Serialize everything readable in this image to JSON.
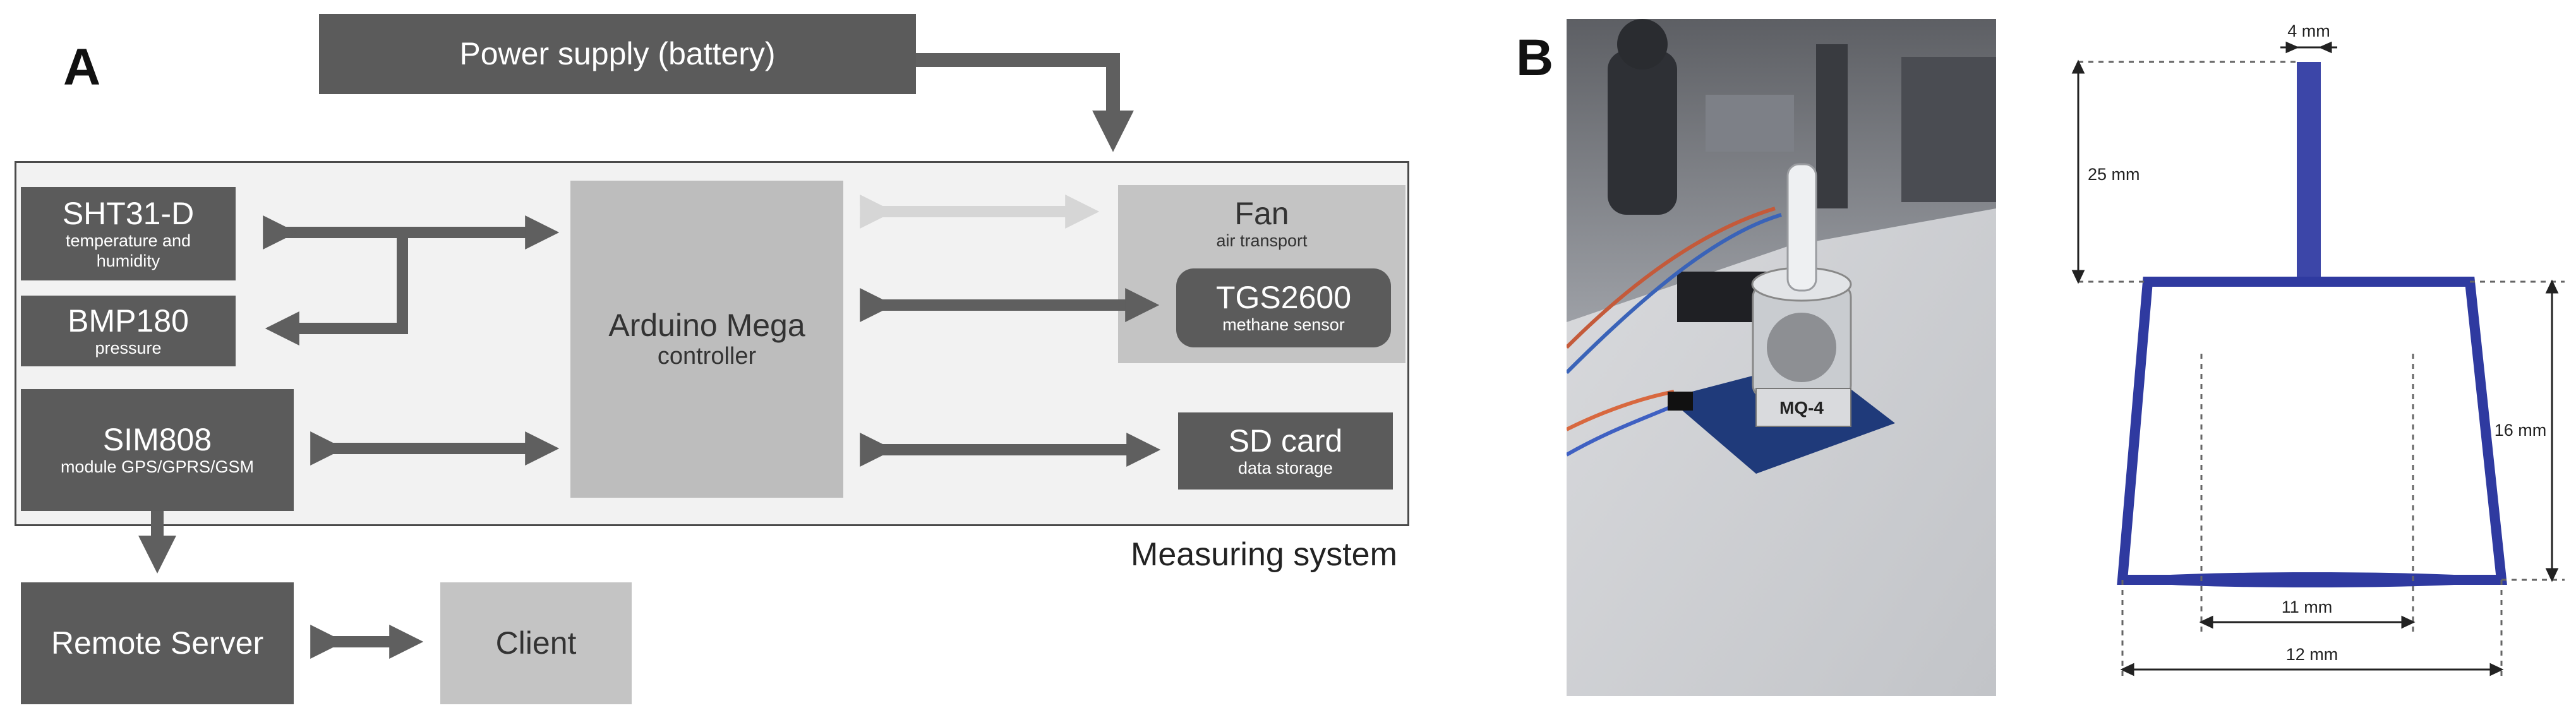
{
  "panel_a": {
    "label": "A",
    "power_supply": "Power supply (battery)",
    "sht31": {
      "title": "SHT31-D",
      "subtitle": "temperature and humidity"
    },
    "bmp180": {
      "title": "BMP180",
      "subtitle": "pressure"
    },
    "sim808": {
      "title": "SIM808",
      "subtitle": "module GPS/GPRS/GSM"
    },
    "arduino": {
      "title": "Arduino Mega",
      "subtitle": "controller"
    },
    "fan": {
      "title": "Fan",
      "subtitle": "air transport"
    },
    "tgs2600": {
      "title": "TGS2600",
      "subtitle": "methane sensor"
    },
    "sd_card": {
      "title": "SD card",
      "subtitle": "data storage"
    },
    "system_label": "Measuring system",
    "remote_server": "Remote Server",
    "client": "Client"
  },
  "panel_b": {
    "label": "B",
    "sensor_print": "MQ-4",
    "dimensions": {
      "top_width": "4 mm",
      "tube_height": "25 mm",
      "body_height": "16 mm",
      "inner_width": "11 mm",
      "outer_width": "12 mm"
    }
  }
}
